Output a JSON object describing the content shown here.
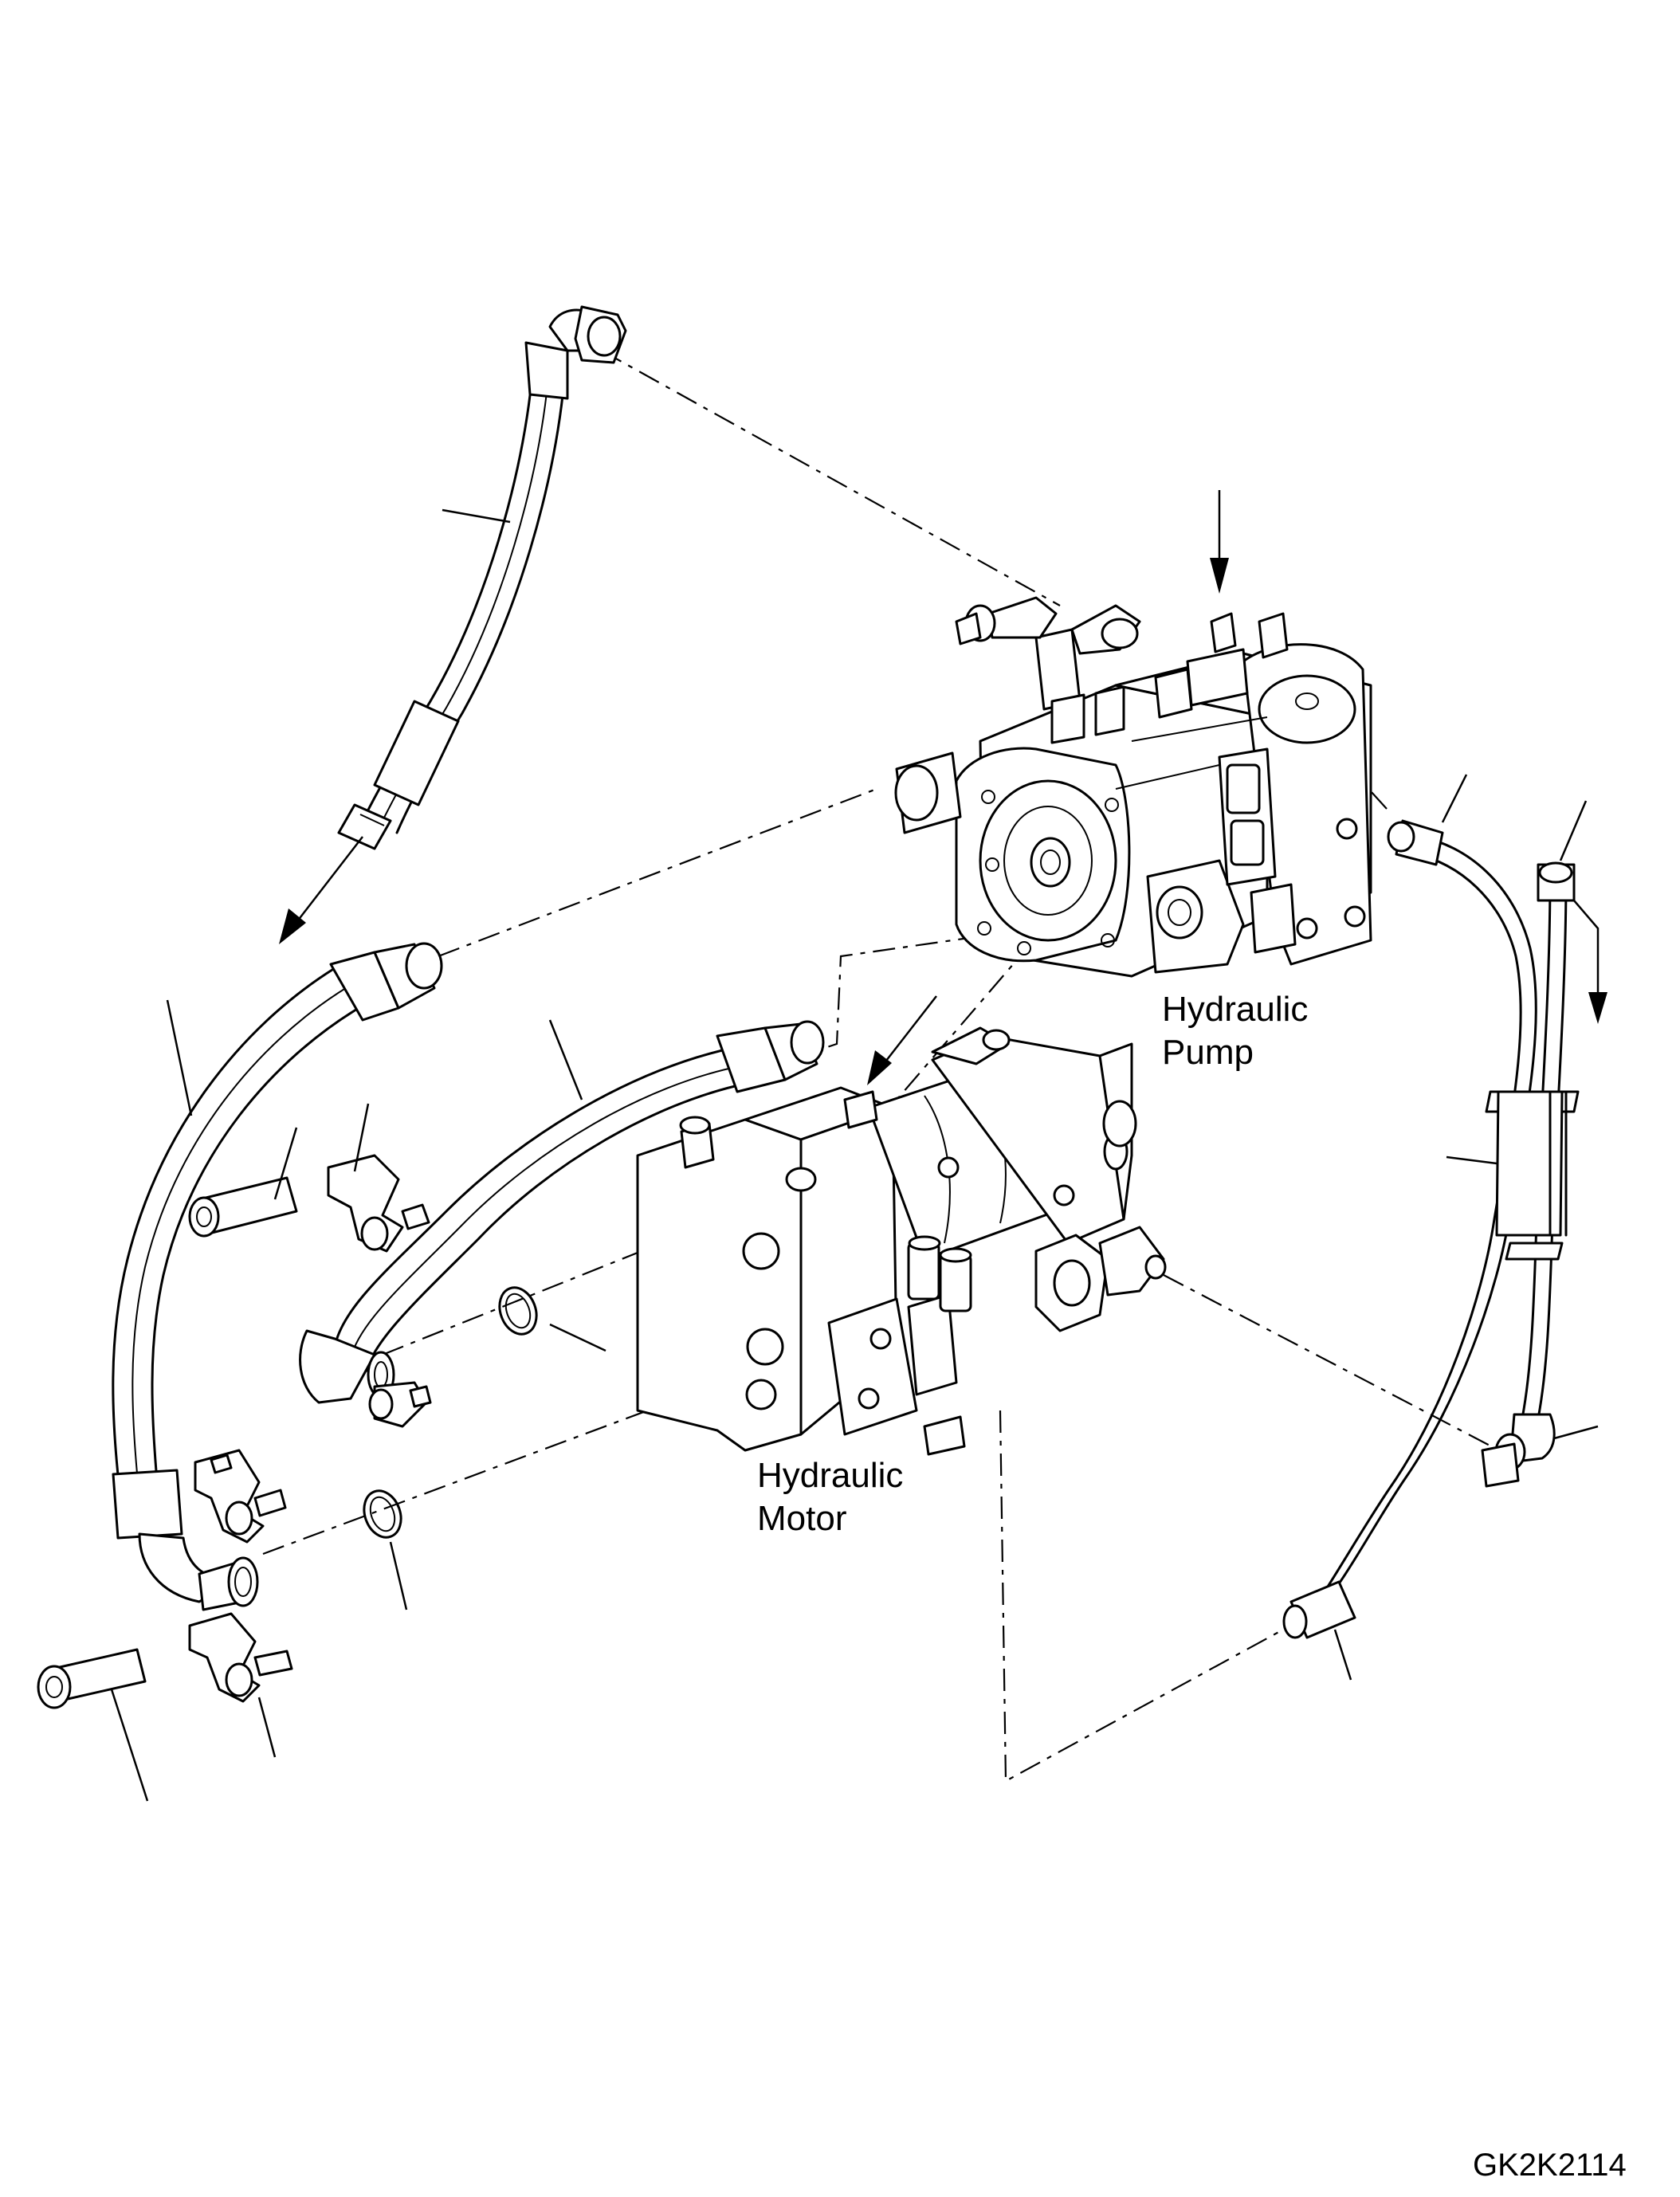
{
  "labels": {
    "pump_line1": "Hydraulic",
    "pump_line2": "Pump",
    "motor_line1": "Hydraulic",
    "motor_line2": "Motor"
  },
  "drawing_code": "GK2K2114"
}
